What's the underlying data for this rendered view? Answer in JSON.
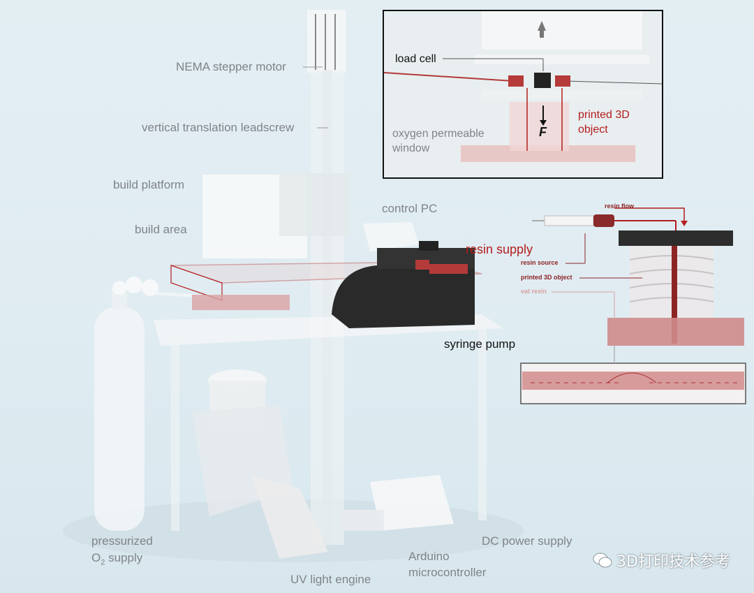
{
  "labels": {
    "nema": "NEMA stepper motor",
    "leadscrew": "vertical translation leadscrew",
    "build_platform": "build platform",
    "build_area": "build area",
    "control_pc": "control PC",
    "resin_supply": "resin supply",
    "syringe_pump": "syringe pump",
    "pressurized": "pressurized",
    "o2": "O",
    "o2_sub": "2",
    "o2_rest": " supply",
    "uv": "UV light engine",
    "arduino_1": "Arduino",
    "arduino_2": "microcontroller",
    "dc": "DC power supply"
  },
  "inset": {
    "load_cell": "load cell",
    "printed_1": "printed 3D",
    "printed_2": "object",
    "oxygen_1": "oxygen permeable",
    "oxygen_2": "window",
    "force": "F"
  },
  "side": {
    "resin_flow": "resin flow",
    "resin_source": "resin source",
    "printed_object": "printed 3D object",
    "vat_resin": "vat resin"
  },
  "watermark": {
    "text": "3D打印技术参考",
    "icon": "wechat-icon"
  },
  "colors": {
    "accent_red": "#b21d1d",
    "label_gray": "#7f8488"
  }
}
